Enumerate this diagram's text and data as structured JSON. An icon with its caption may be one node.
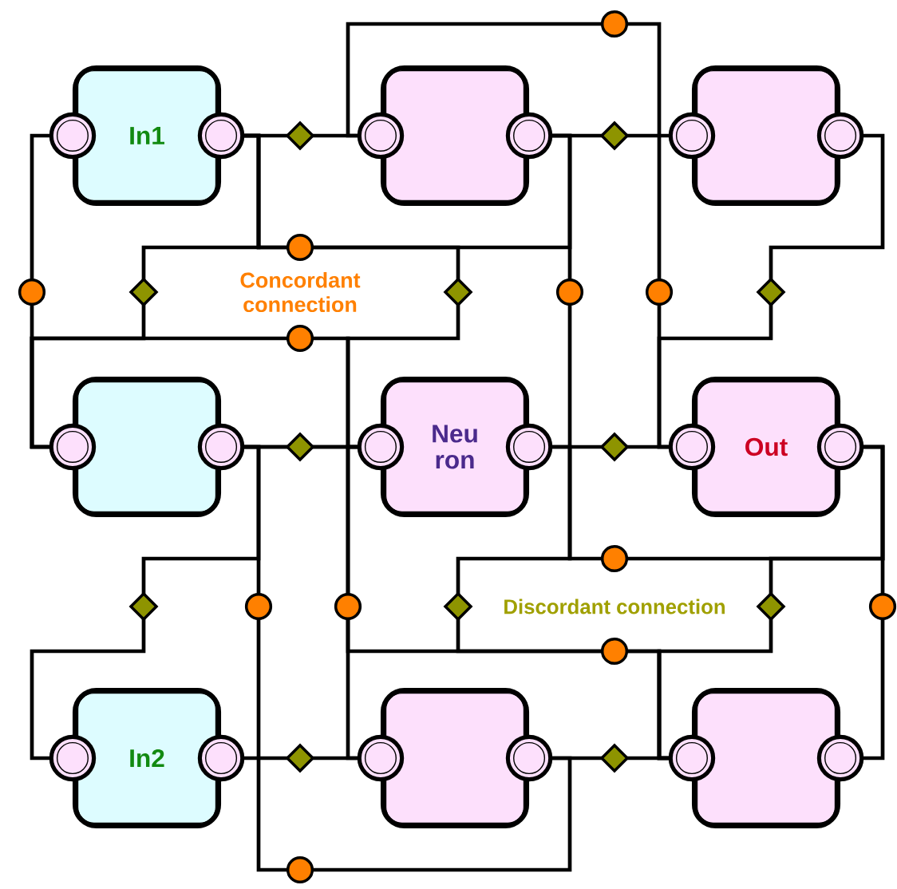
{
  "diagram": {
    "nodes": [
      {
        "text": [
          "In1"
        ]
      },
      {
        "text": [],
        "shape": "box"
      },
      {
        "text": [],
        "shape": "box"
      },
      {
        "text": [],
        "shape": "box"
      },
      {
        "text": [
          "Neu ron"
        ]
      },
      {
        "text": [
          "Out"
        ]
      },
      {
        "text": [
          "In2"
        ]
      },
      {
        "text": [],
        "shape": "box"
      },
      {
        "text": [],
        "shape": "box"
      }
    ],
    "edges": [
      {
        "from": 0,
        "to": 1,
        "arrow": "none"
      },
      {
        "from": 1,
        "to": 2,
        "arrow": "none"
      },
      {
        "from": 3,
        "to": 4,
        "arrow": "none"
      },
      {
        "from": 4,
        "to": 5,
        "arrow": "none"
      },
      {
        "from": 6,
        "to": 7,
        "arrow": "none"
      },
      {
        "from": 7,
        "to": 8,
        "arrow": "none"
      },
      {
        "from": 0,
        "to": 3,
        "arrow": "none"
      },
      {
        "from": 1,
        "to": 5,
        "arrow": "none"
      },
      {
        "from": 2,
        "to": 5,
        "arrow": "none"
      },
      {
        "from": 0,
        "to": 3,
        "arrow": "none"
      },
      {
        "from": 0,
        "to": 4,
        "arrow": "none"
      },
      {
        "from": 3,
        "to": 4,
        "arrow": "none"
      },
      {
        "from": 0,
        "to": 1,
        "arrow": "none"
      },
      {
        "from": 1,
        "to": 5,
        "arrow": "none"
      },
      {
        "from": 4,
        "to": 8,
        "arrow": "none"
      },
      {
        "from": 5,
        "to": 8,
        "arrow": "none"
      },
      {
        "from": 5,
        "to": 8,
        "arrow": "none"
      },
      {
        "from": 3,
        "to": 7,
        "arrow": "none"
      },
      {
        "from": 4,
        "to": 8,
        "arrow": "none"
      },
      {
        "from": 3,
        "to": 6,
        "arrow": "none"
      },
      {
        "from": 3,
        "to": 7,
        "arrow": "none"
      }
    ],
    "labels": [
      "Concordant connection",
      "Discordant connection"
    ]
  }
}
